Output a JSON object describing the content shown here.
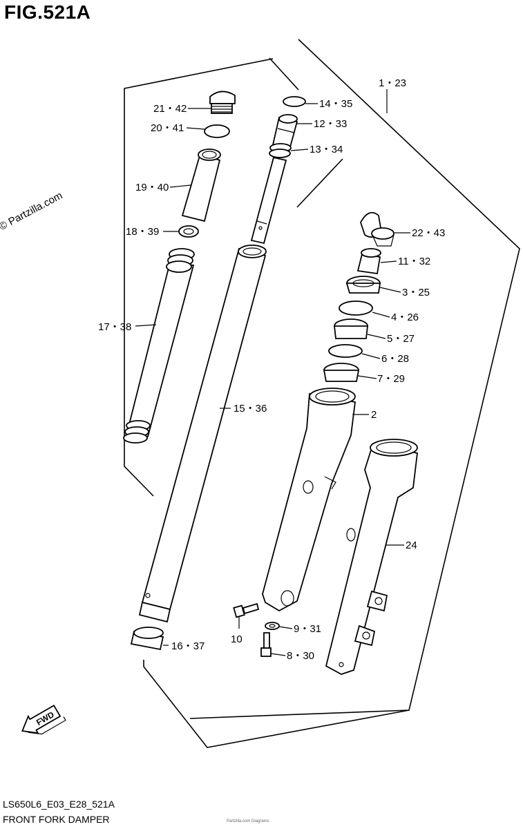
{
  "figure": {
    "title": "FIG.521A",
    "watermark": "© Partzilla.com",
    "code": "LS650L6_E03_E28_521A",
    "name": "FRONT FORK DAMPER",
    "fine_print": "Partzilla.com Diagrams"
  },
  "fwd_label": "FWD",
  "callouts": {
    "c1_23": "1・23",
    "c2": "2",
    "c3_25": "3・25",
    "c4_26": "4・26",
    "c5_27": "5・27",
    "c6_28": "6・28",
    "c7_29": "7・29",
    "c8_30": "8・30",
    "c9_31": "9・31",
    "c10": "10",
    "c11_32": "11・32",
    "c12_33": "12・33",
    "c13_34": "13・34",
    "c14_35": "14・35",
    "c15_36": "15・36",
    "c16_37": "16・37",
    "c17_38": "17・38",
    "c18_39": "18・39",
    "c19_40": "19・40",
    "c20_41": "20・41",
    "c21_42": "21・42",
    "c22_43": "22・43",
    "c24": "24"
  }
}
